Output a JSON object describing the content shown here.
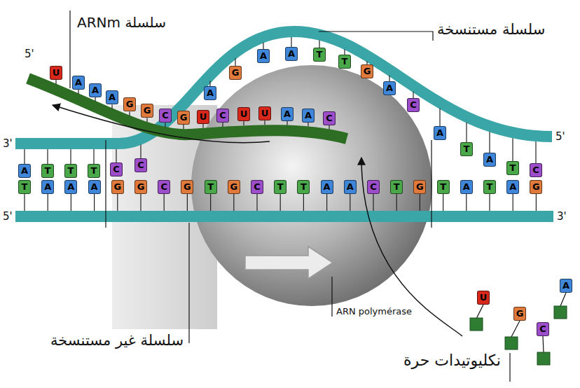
{
  "diagram": {
    "nodes": [
      {
        "text": [
          "U"
        ]
      },
      {
        "text": [
          "A"
        ]
      },
      {
        "text": [
          "A"
        ]
      },
      {
        "text": [
          "A"
        ]
      },
      {
        "text": [
          "G"
        ]
      },
      {
        "text": [
          "G"
        ]
      },
      {
        "text": [
          "C"
        ]
      },
      {
        "text": [
          "G"
        ]
      },
      {
        "text": [
          "U"
        ]
      },
      {
        "text": [
          "C"
        ]
      },
      {
        "text": [
          "U"
        ]
      },
      {
        "text": [
          "U"
        ]
      },
      {
        "text": [
          "A"
        ]
      },
      {
        "text": [
          "A"
        ]
      },
      {
        "text": [
          "C"
        ]
      },
      {
        "text": [
          "A"
        ]
      },
      {
        "text": [
          "G"
        ]
      },
      {
        "text": [
          "A"
        ]
      },
      {
        "text": [
          "A"
        ]
      },
      {
        "text": [
          "T"
        ]
      },
      {
        "text": [
          "T"
        ]
      },
      {
        "text": [
          "G"
        ]
      },
      {
        "text": [
          "A"
        ]
      },
      {
        "text": [
          "C"
        ]
      },
      {
        "text": [
          "A"
        ]
      },
      {
        "text": [
          "T"
        ]
      },
      {
        "text": [
          "A"
        ]
      },
      {
        "text": [
          "T"
        ]
      },
      {
        "text": [
          "C"
        ]
      },
      {
        "text": [
          "A"
        ]
      },
      {
        "text": [
          "T"
        ]
      },
      {
        "text": [
          "T"
        ]
      },
      {
        "text": [
          "T"
        ]
      },
      {
        "text": [
          "C"
        ]
      },
      {
        "text": [
          "C"
        ]
      },
      {
        "text": [
          "T"
        ]
      },
      {
        "text": [
          "A"
        ]
      },
      {
        "text": [
          "A"
        ]
      },
      {
        "text": [
          "A"
        ]
      },
      {
        "text": [
          "G"
        ]
      },
      {
        "text": [
          "G"
        ]
      },
      {
        "text": [
          "C"
        ]
      },
      {
        "text": [
          "G"
        ]
      },
      {
        "text": [
          "T"
        ]
      },
      {
        "text": [
          "G"
        ]
      },
      {
        "text": [
          "C"
        ]
      },
      {
        "text": [
          "T"
        ]
      },
      {
        "text": [
          "T"
        ]
      },
      {
        "text": [
          "A"
        ]
      },
      {
        "text": [
          "A"
        ]
      },
      {
        "text": [
          "C"
        ]
      },
      {
        "text": [
          "T"
        ]
      },
      {
        "text": [
          "G"
        ]
      },
      {
        "text": [
          "T"
        ]
      },
      {
        "text": [
          "A"
        ]
      },
      {
        "text": [
          "T"
        ]
      },
      {
        "text": [
          "A"
        ]
      },
      {
        "text": [
          "G"
        ]
      },
      {
        "text": [
          "U"
        ]
      },
      {
        "text": [
          "G"
        ]
      },
      {
        "text": [
          "C"
        ]
      },
      {
        "text": [
          "A"
        ]
      }
    ],
    "labels": [
      "سلسلة ARNm",
      "سلسلة مستنسخة",
      "5'",
      "3'",
      "5'",
      "5'",
      "3'",
      "ARN polymérase",
      "سلسلة غير مستنسخة",
      "نكليوتيدات حرة"
    ]
  }
}
